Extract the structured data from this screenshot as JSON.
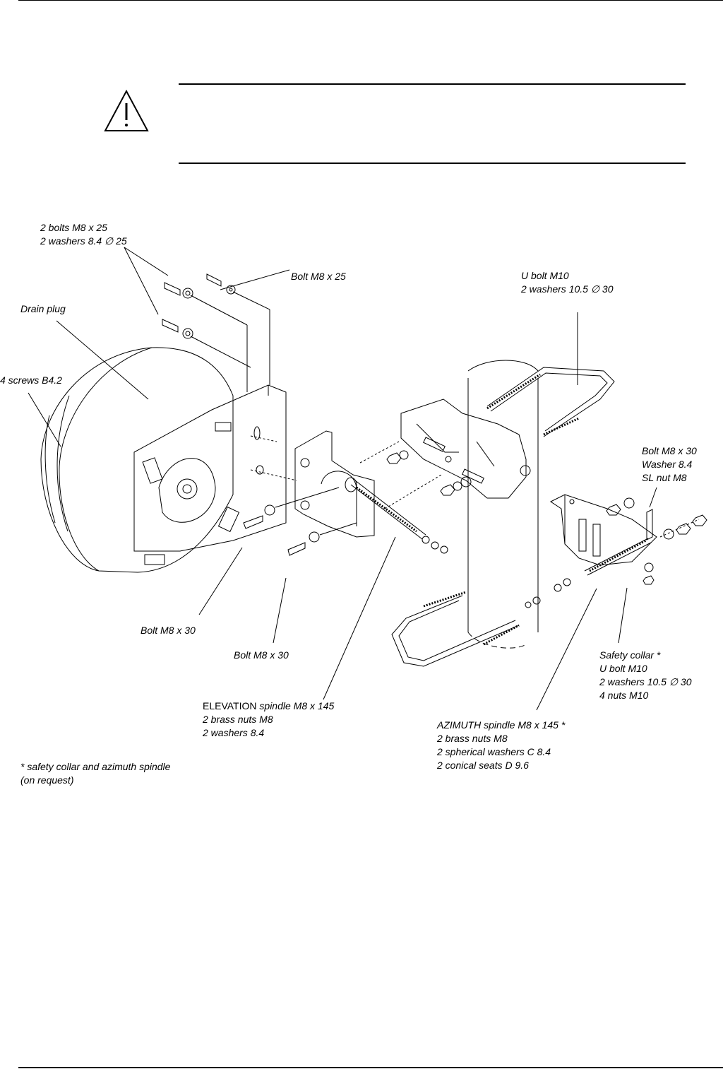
{
  "labels": {
    "bolts_top": [
      "2 bolts M8 x 25",
      "2 washers 8.4 ∅ 25"
    ],
    "bolt_m8x25": "Bolt M8 x 25",
    "drain_plug": "Drain plug",
    "screws": "4 screws B4.2",
    "u_bolt_top": [
      "U bolt M10",
      "2 washers 10.5 ∅ 30"
    ],
    "bolt_washer_nut": [
      "Bolt M8 x 30",
      "Washer 8.4",
      "SL nut M8"
    ],
    "bolt_m8x30_left": "Bolt M8 x 30",
    "bolt_m8x30_center": "Bolt M8 x 30",
    "elevation_title": "ELEVATION",
    "elevation_spindle": " spindle M8 x 145",
    "elevation_parts": [
      "2 brass nuts M8",
      "2 washers 8.4"
    ],
    "safety_collar": [
      "Safety collar *",
      "U bolt M10",
      "2 washers 10.5 ∅ 30",
      "4 nuts M10"
    ],
    "azimuth": [
      "AZIMUTH spindle M8 x 145 *",
      "2 brass nuts M8",
      "2 spherical washers C 8.4",
      "2 conical seats D 9.6"
    ],
    "footnote": [
      "* safety collar and azimuth spindle",
      "(on request)"
    ]
  }
}
